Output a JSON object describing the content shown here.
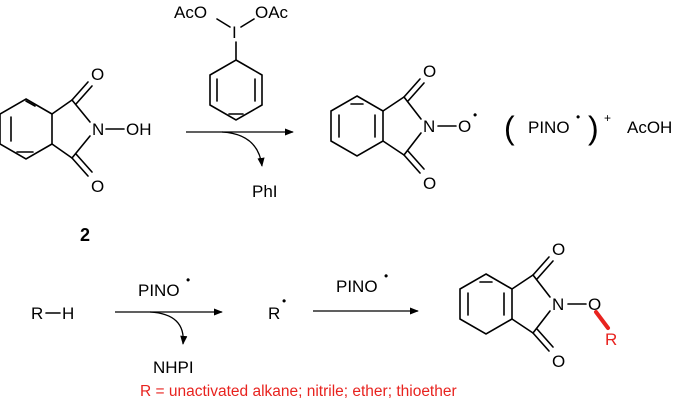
{
  "reaction1": {
    "reagent_acetate_left": "AcO",
    "reagent_iodine": "I",
    "reagent_acetate_right": "OAc",
    "nhpi_n": "N",
    "nhpi_oh": "OH",
    "nhpi_carbonyl_top": "O",
    "nhpi_carbonyl_bottom": "O",
    "compound_number": "2",
    "byproduct": "PhI",
    "pino_n": "N",
    "pino_o": "O",
    "pino_carbonyl_top": "O",
    "pino_carbonyl_bottom": "O",
    "radical_dot": "•",
    "paren_left": "(",
    "pino_abbrev": "PINO",
    "paren_right": ")",
    "plus": "+",
    "acoh": "AcOH"
  },
  "reaction2": {
    "substrate_r": "R",
    "substrate_h": "H",
    "reagent1": "PINO",
    "reagent1_dot": "•",
    "byproduct": "NHPI",
    "radical_r": "R",
    "radical_dot": "•",
    "reagent2": "PINO",
    "reagent2_dot": "•",
    "product_n": "N",
    "product_o": "O",
    "product_r": "R",
    "product_carbonyl_top": "O",
    "product_carbonyl_bottom": "O"
  },
  "footnote": "R = unactivated alkane; nitrile;  ether; thioether",
  "colors": {
    "highlight": "#e8231f",
    "ink": "#000000"
  }
}
